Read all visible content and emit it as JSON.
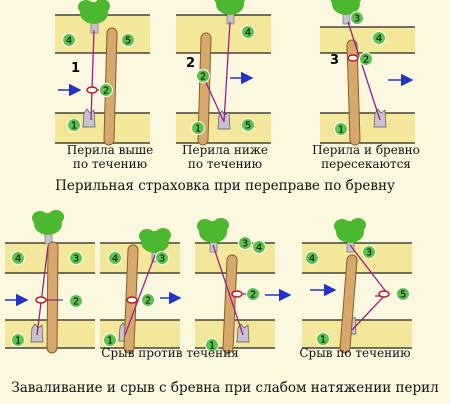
{
  "top_title": "Перильная страховка при переправе по бревну",
  "bottom_title": "Заваливание и срыв с бревна при слабом натяжении перил",
  "panel_numbers": [
    "1",
    "2",
    "3"
  ],
  "captions": {
    "p1": [
      "Перила выше",
      "по течению"
    ],
    "p2": [
      "Перила ниже",
      "по течению"
    ],
    "p3": [
      "Перила и бревно",
      "пересекаются"
    ],
    "p5": "Срыв против течения",
    "p7": "Срыв по течению"
  },
  "markers": [
    "1",
    "2",
    "3",
    "4",
    "5"
  ],
  "colors": {
    "background": "#fbf8df",
    "river_band": "#f3e79a",
    "log": "#d6a86c",
    "tree": "#4cb830",
    "marker": "#5cc34a",
    "rope": "#9b1f86",
    "arrow": "#2233cc"
  }
}
